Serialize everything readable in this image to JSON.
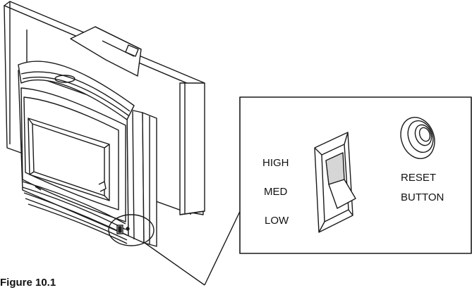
{
  "figure": {
    "caption": "Figure 10.1",
    "subject": "pellet stove insert with control panel detail"
  },
  "callout": {
    "switch_positions": [
      "HIGH",
      "MED",
      "LOW"
    ],
    "reset_label_line1": "RESET",
    "reset_label_line2": "BUTTON"
  },
  "colors": {
    "line": "#1a1a1a",
    "paper": "#ffffff",
    "shade": "#d6d6d6"
  }
}
